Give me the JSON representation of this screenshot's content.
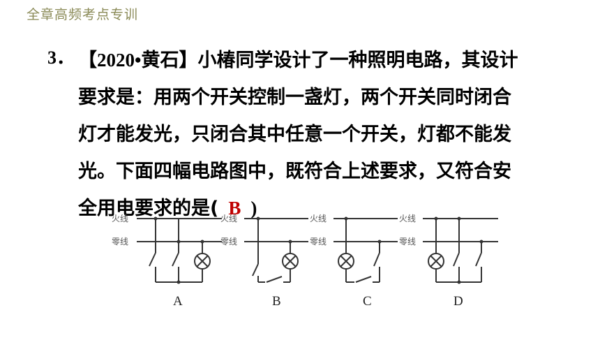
{
  "header": {
    "title": "全章高频考点专训"
  },
  "question": {
    "number": "3．",
    "source": "【2020•黄石】",
    "lines": [
      "小椿同学设计了一种照明电路，其设计",
      "要求是：用两个开关控制一盏灯，两个开关同时闭合",
      "灯才能发光，只闭合其中任意一个开关，灯都不能发",
      "光。下面四幅电路图中，既符合上述要求，又符合安",
      "全用电要求的是("
    ],
    "close_paren": ")",
    "answer": "B"
  },
  "circuits": {
    "live_wire_label": "火线",
    "neutral_wire_label": "零线",
    "options": [
      "A",
      "B",
      "C",
      "D"
    ]
  }
}
